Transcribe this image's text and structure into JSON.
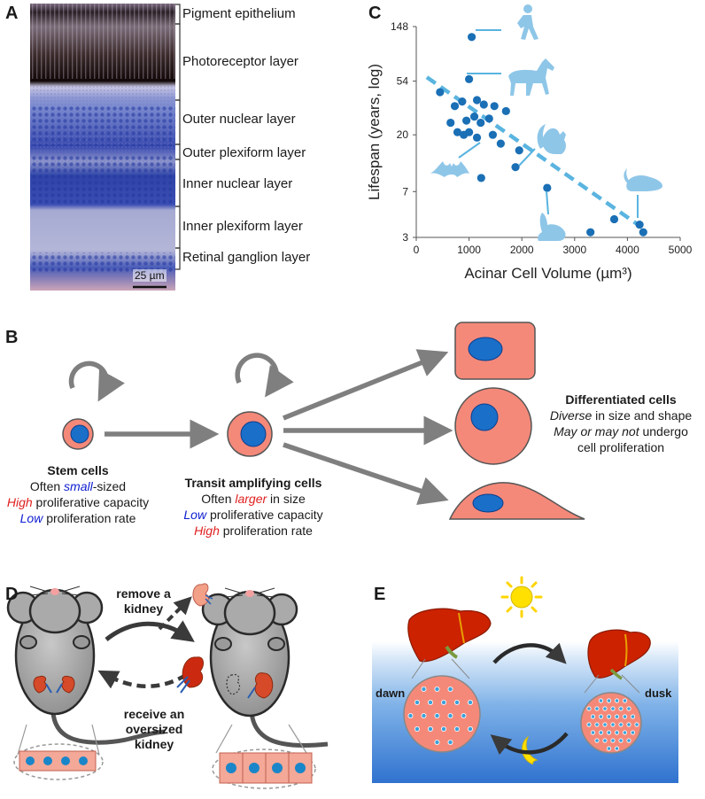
{
  "panels": {
    "a": "A",
    "b": "B",
    "c": "C",
    "d": "D",
    "e": "E"
  },
  "retina": {
    "layers": [
      "Pigment epithelium",
      "Photoreceptor layer",
      "Outer nuclear layer",
      "Outer plexiform layer",
      "Inner nuclear layer",
      "Inner plexiform layer",
      "Retinal ganglion layer"
    ],
    "scale_bar": "25 µm"
  },
  "chart_data": {
    "type": "scatter",
    "xlabel": "Acinar Cell Volume (µm³)",
    "ylabel": "Lifespan (years, log)",
    "xlim": [
      0,
      5000
    ],
    "ylim": [
      3,
      148
    ],
    "y_scale": "log",
    "xticks": [
      "0",
      "1000",
      "2000",
      "3000",
      "4000",
      "5000"
    ],
    "yticks": [
      "3",
      "7",
      "20",
      "54",
      "148"
    ],
    "points": [
      [
        1050,
        122
      ],
      [
        1000,
        56
      ],
      [
        450,
        44
      ],
      [
        730,
        34
      ],
      [
        870,
        37
      ],
      [
        1150,
        38
      ],
      [
        1280,
        35
      ],
      [
        1480,
        34
      ],
      [
        1700,
        31
      ],
      [
        650,
        25
      ],
      [
        950,
        26
      ],
      [
        1100,
        28
      ],
      [
        1220,
        25
      ],
      [
        1380,
        27
      ],
      [
        780,
        21
      ],
      [
        900,
        20
      ],
      [
        1000,
        21
      ],
      [
        1150,
        19
      ],
      [
        1450,
        20
      ],
      [
        1600,
        17
      ],
      [
        1950,
        15
      ],
      [
        1230,
        9
      ],
      [
        1880,
        11
      ],
      [
        2480,
        7.5
      ],
      [
        3300,
        3.3
      ],
      [
        3750,
        4.2
      ],
      [
        4230,
        3.8
      ],
      [
        4300,
        3.3
      ]
    ],
    "trendline": [
      [
        200,
        58
      ],
      [
        4200,
        3.8
      ]
    ],
    "color": "#1a6fb5",
    "trend_color": "#5ab4e0"
  },
  "cells": {
    "stem": {
      "title": "Stem cells",
      "l1_pre": "Often ",
      "l1_em": "small",
      "l1_post": "-sized",
      "l2_em": "High",
      "l2_post": " proliferative capacity",
      "l3_em": "Low",
      "l3_post": " proliferation rate"
    },
    "transit": {
      "title": "Transit amplifying cells",
      "l1_pre": "Often ",
      "l1_em": "larger",
      "l1_post": " in size",
      "l2_em": "Low",
      "l2_post": " proliferative capacity",
      "l3_em": "High",
      "l3_post": " proliferation rate"
    },
    "diff": {
      "title": "Differentiated cells",
      "l1_em": "Diverse",
      "l1_post": " in size and shape",
      "l2_em": "May or may not",
      "l2_post": " undergo",
      "l3": "cell proliferation"
    }
  },
  "kidney": {
    "remove": [
      "remove a",
      "kidney"
    ],
    "receive": [
      "receive an",
      "oversized",
      "kidney"
    ]
  },
  "liver": {
    "dawn": "dawn",
    "dusk": "dusk"
  },
  "colors": {
    "cell_pink": "#f4897a",
    "nucleus_blue": "#1a6fc9",
    "arrow_gray": "#7f7f7f",
    "icon_blue": "#8ec6e8",
    "liver_red": "#cc2200",
    "sky_blue": "#4a8ed8"
  }
}
